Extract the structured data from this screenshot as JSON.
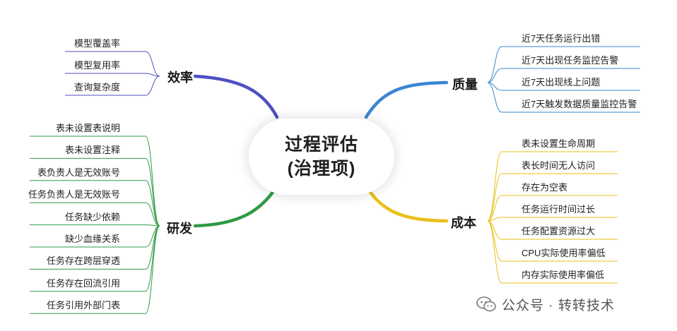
{
  "center": {
    "line1": "过程评估",
    "line2": "(治理项)"
  },
  "branches": {
    "efficiency": {
      "label": "效率",
      "color": "#4f4fc2",
      "items": [
        "模型覆盖率",
        "模型复用率",
        "查询复杂度"
      ]
    },
    "quality": {
      "label": "质量",
      "color": "#3a86d4",
      "items": [
        "近7天任务运行出错",
        "近7天出现任务监控告警",
        "近7天出现线上问题",
        "近7天触发数据质量监控告警"
      ]
    },
    "rd": {
      "label": "研发",
      "color": "#2f9a45",
      "items": [
        "表未设置表说明",
        "表未设置注释",
        "表负责人是无效账号",
        "任务负责人是无效账号",
        "任务缺少依赖",
        "缺少血缘关系",
        "任务存在跨层穿透",
        "任务存在回流引用",
        "任务引用外部门表"
      ]
    },
    "cost": {
      "label": "成本",
      "color": "#e9bf1a",
      "items": [
        "表未设置生命周期",
        "表长时间无人访问",
        "存在为空表",
        "任务运行时间过长",
        "任务配置资源过大",
        "CPU实际使用率偏低",
        "内存实际使用率偏低"
      ]
    }
  },
  "watermark": {
    "text": "公众号 · 转转技术",
    "icon": "wechat-icon"
  }
}
